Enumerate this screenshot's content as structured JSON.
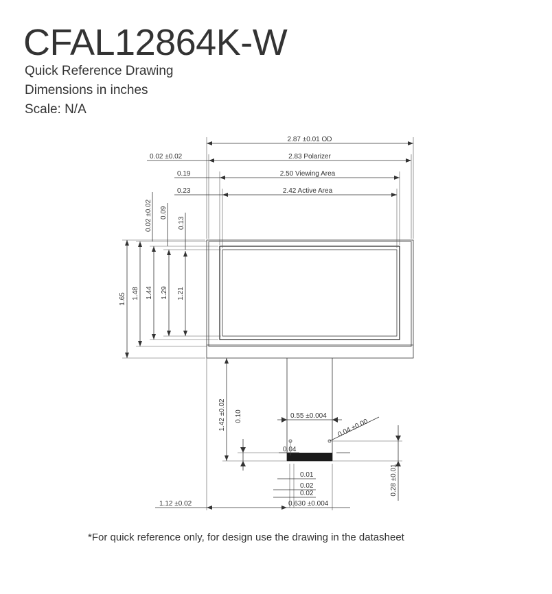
{
  "header": {
    "title": "CFAL12864K-W",
    "subtitle": "Quick Reference Drawing",
    "units_note": "Dimensions in inches",
    "scale_note": "Scale: N/A"
  },
  "dimensions": {
    "od_width": "2.87 ±0.01 OD",
    "polarizer_width": "2.83 Polarizer",
    "viewing_width": "2.50 Viewing Area",
    "active_width": "2.42 Active Area",
    "polarizer_offset_x": "0.02 ±0.02",
    "viewing_offset_x": "0.19",
    "active_offset_x": "0.23",
    "polarizer_offset_y": "0.02 ±0.02",
    "viewing_offset_y": "0.09",
    "active_offset_y": "0.13",
    "od_height": "1.65",
    "polarizer_height": "1.48",
    "viewing_height": "1.44",
    "active_height": "1.29",
    "active_inner_height": "1.21",
    "tail_length": "1.42 ±0.02",
    "stiffener_height": "0.10",
    "tail_width": "0.55 ±0.004",
    "hole_diameter": "0.04 ±0.00",
    "hole_offset": "0.04",
    "tail_end_offset": "0.28 ±0.01",
    "pin_1": "0.01",
    "pin_2": "0.02",
    "pin_3": "0.02",
    "tail_position_x": "1.12 ±0.02",
    "tail_total_width": "0.630 ±0.004"
  },
  "footer": {
    "note": "*For quick reference only, for design use the drawing in the datasheet"
  }
}
